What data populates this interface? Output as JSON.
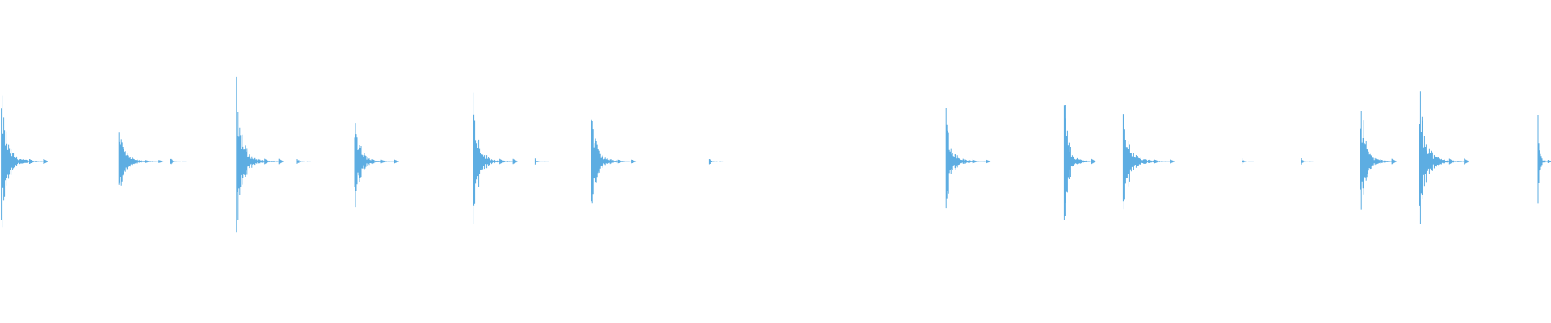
{
  "waveform": {
    "color": "#5dade2",
    "duration_seconds": 60,
    "amplitude_range": [
      -1,
      1
    ],
    "transients": [
      {
        "t": 0.05,
        "amp": 0.87,
        "decay": 1.8
      },
      {
        "t": 4.6,
        "amp": 0.52,
        "decay": 1.7
      },
      {
        "t": 6.6,
        "amp": 0.05,
        "decay": 0.6
      },
      {
        "t": 9.15,
        "amp": 0.97,
        "decay": 1.8
      },
      {
        "t": 11.5,
        "amp": 0.05,
        "decay": 0.5
      },
      {
        "t": 13.72,
        "amp": 0.62,
        "decay": 1.7
      },
      {
        "t": 18.3,
        "amp": 0.9,
        "decay": 1.7
      },
      {
        "t": 20.7,
        "amp": 0.05,
        "decay": 0.5
      },
      {
        "t": 22.88,
        "amp": 0.67,
        "decay": 1.7
      },
      {
        "t": 27.45,
        "amp": 0.06,
        "decay": 0.5
      },
      {
        "t": 36.6,
        "amp": 0.64,
        "decay": 1.7
      },
      {
        "t": 41.17,
        "amp": 0.98,
        "decay": 1.2
      },
      {
        "t": 43.45,
        "amp": 0.7,
        "decay": 2.0
      },
      {
        "t": 48.05,
        "amp": 0.05,
        "decay": 0.4
      },
      {
        "t": 50.35,
        "amp": 0.06,
        "decay": 0.4
      },
      {
        "t": 52.63,
        "amp": 0.98,
        "decay": 1.4
      },
      {
        "t": 54.92,
        "amp": 1.0,
        "decay": 1.9
      },
      {
        "t": 59.5,
        "amp": 0.57,
        "decay": 0.8
      }
    ]
  }
}
